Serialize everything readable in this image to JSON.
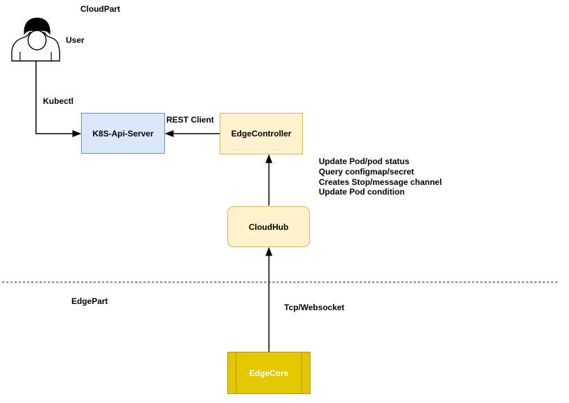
{
  "diagram": {
    "cloud_section_label": "CloudPart",
    "edge_section_label": "EdgePart",
    "user": {
      "label": "User"
    },
    "nodes": {
      "k8s_api_server": {
        "label": "K8S-Api-Server",
        "fill": "#dae8fc",
        "border": "#6c8ebf"
      },
      "edge_controller": {
        "label": "EdgeController",
        "fill": "#fff2cc",
        "border": "#d6b656"
      },
      "cloud_hub": {
        "label": "CloudHub",
        "fill": "#fff2cc",
        "border": "#d6b656"
      },
      "edge_core": {
        "label": "EdgeCore",
        "fill": "#e3c800",
        "border": "#b09500",
        "text_color": "#ffffff"
      }
    },
    "connections": {
      "user_to_k8s": {
        "label": "Kubectl"
      },
      "edgecontroller_to_k8s": {
        "label": "REST Client"
      },
      "edgecore_to_cloudhub": {
        "label": "Tcp/Websocket"
      }
    },
    "notes": {
      "edgecontroller_functions": [
        "Update Pod/pod status",
        "Query configmap/secret",
        "Creates Stop/message channel",
        "Update Pod condition"
      ]
    },
    "divider_color": "#7d7d7d",
    "connector_color": "#000000"
  }
}
